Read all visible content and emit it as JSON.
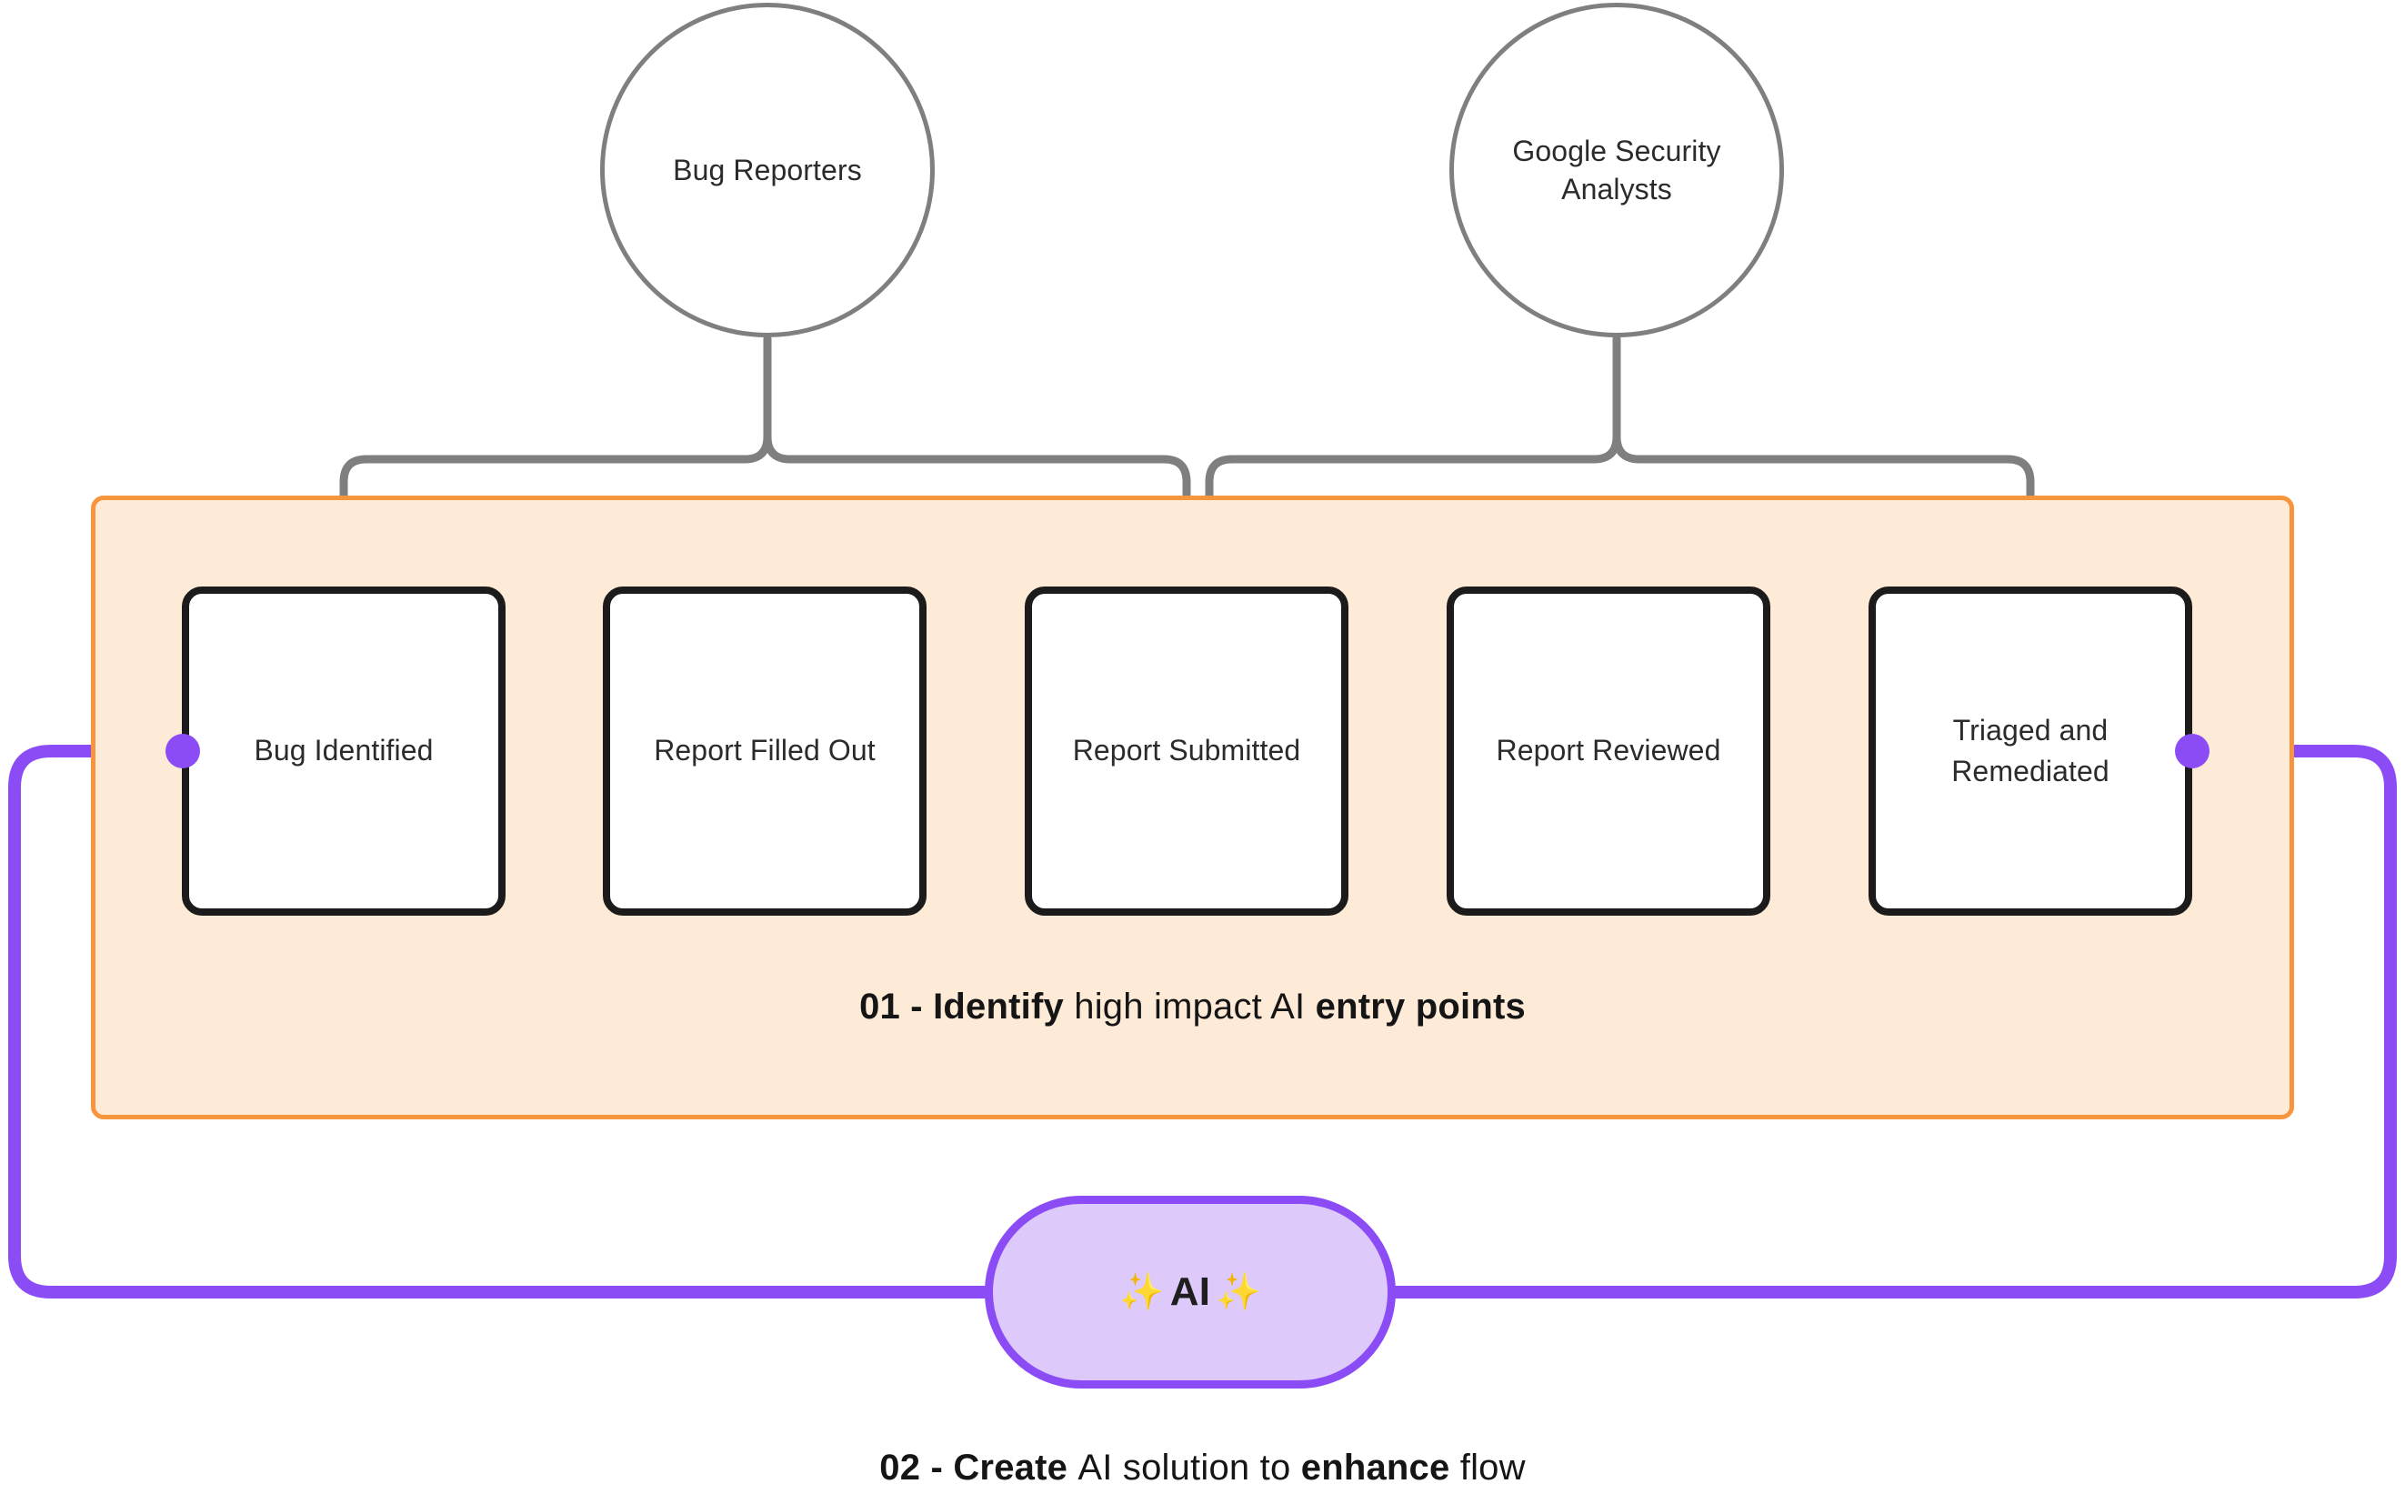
{
  "diagram": {
    "type": "process-flow",
    "title_absent": true,
    "actors": [
      {
        "id": "bug-reporters",
        "label": "Bug Reporters",
        "feeds_steps": [
          "Bug Identified",
          "Report Submitted"
        ]
      },
      {
        "id": "google-security-analysts",
        "label": "Google Security Analysts",
        "feeds_steps": [
          "Report Submitted",
          "Triaged and Remediated"
        ]
      }
    ],
    "phase": {
      "caption_parts": [
        {
          "text": "01 - Identify ",
          "bold": true
        },
        {
          "text": "high impact AI ",
          "bold": false
        },
        {
          "text": "entry points",
          "bold": true
        }
      ],
      "caption_plain": "01 - Identify high impact AI entry points",
      "steps": [
        {
          "index": 1,
          "label": "Bug Identified"
        },
        {
          "index": 2,
          "label": "Report Filled Out"
        },
        {
          "index": 3,
          "label": "Report Submitted"
        },
        {
          "index": 4,
          "label": "Report Reviewed"
        },
        {
          "index": 5,
          "label": "Triaged and Remediated"
        }
      ]
    },
    "ai_node": {
      "label": "AI",
      "sparkle_left": "✨",
      "sparkle_right": "✨"
    },
    "flow_caption": {
      "caption_parts": [
        {
          "text": "02 - Create ",
          "bold": true
        },
        {
          "text": "AI solution to ",
          "bold": false
        },
        {
          "text": "enhance ",
          "bold": true
        },
        {
          "text": "flow",
          "bold": false
        }
      ],
      "caption_plain": "02 - Create AI solution to enhance flow"
    },
    "colors": {
      "phase_border": "#f7943e",
      "phase_fill": "#fdebd7",
      "step_border": "#1b1b1b",
      "step_fill": "#ffffff",
      "actor_stroke": "#7f7f7f",
      "loop_purple": "#8b4cf6",
      "ai_pill_fill": "#ddcafb",
      "sparkle_yellow": "#fbbf24",
      "text": "#2b2b2b",
      "background": "#ffffff"
    }
  }
}
